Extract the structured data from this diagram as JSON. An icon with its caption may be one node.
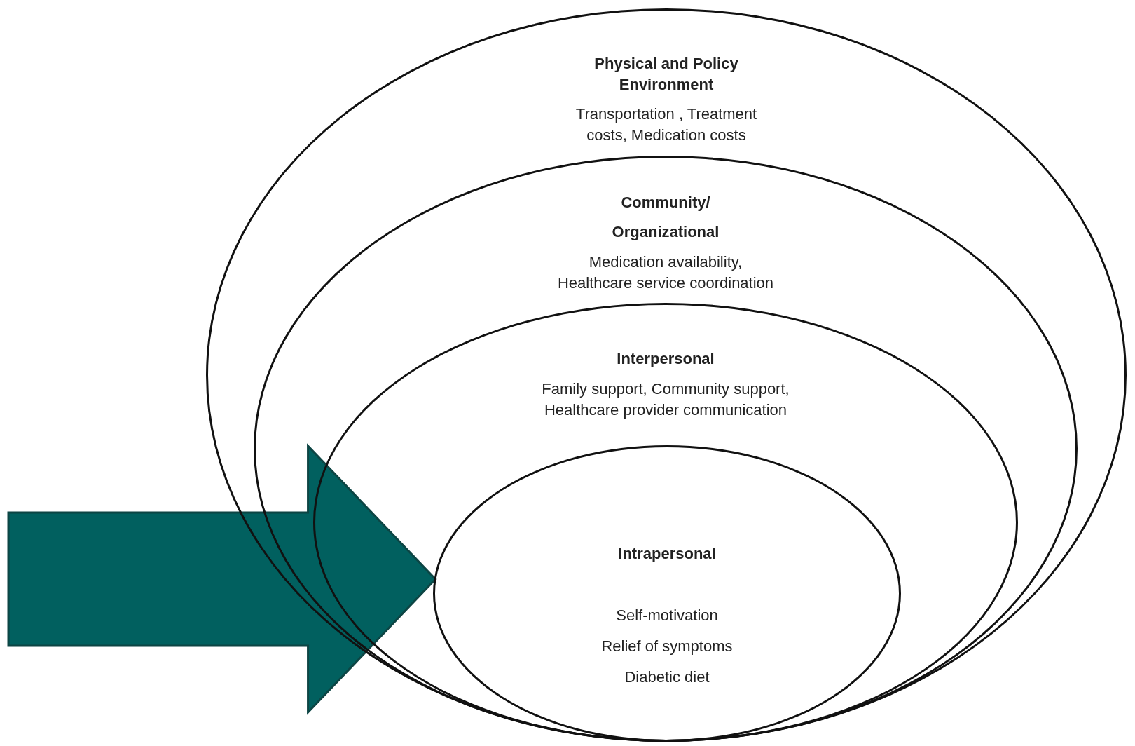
{
  "diagram": {
    "nodes": [
      {
        "text": [
          "Physical and Policy Environment",
          "Transportation , Treatment costs, Medication costs"
        ]
      },
      {
        "text": [
          "Community/ Organizational",
          "Medication availability, Healthcare service coordination"
        ],
        "in": 0
      },
      {
        "text": [
          "Interpersonal",
          "Family support, Community support, Healthcare provider communication"
        ],
        "in": 1
      },
      {
        "text": [
          "Intrapersonal",
          "Self-motivation",
          "Relief of symptoms",
          "Diabetic diet"
        ],
        "in": 2
      }
    ],
    "edges": [
      {
        "from": null,
        "to": 3,
        "arrow": "to",
        "style": "thick",
        "color": "#01605f"
      }
    ]
  }
}
